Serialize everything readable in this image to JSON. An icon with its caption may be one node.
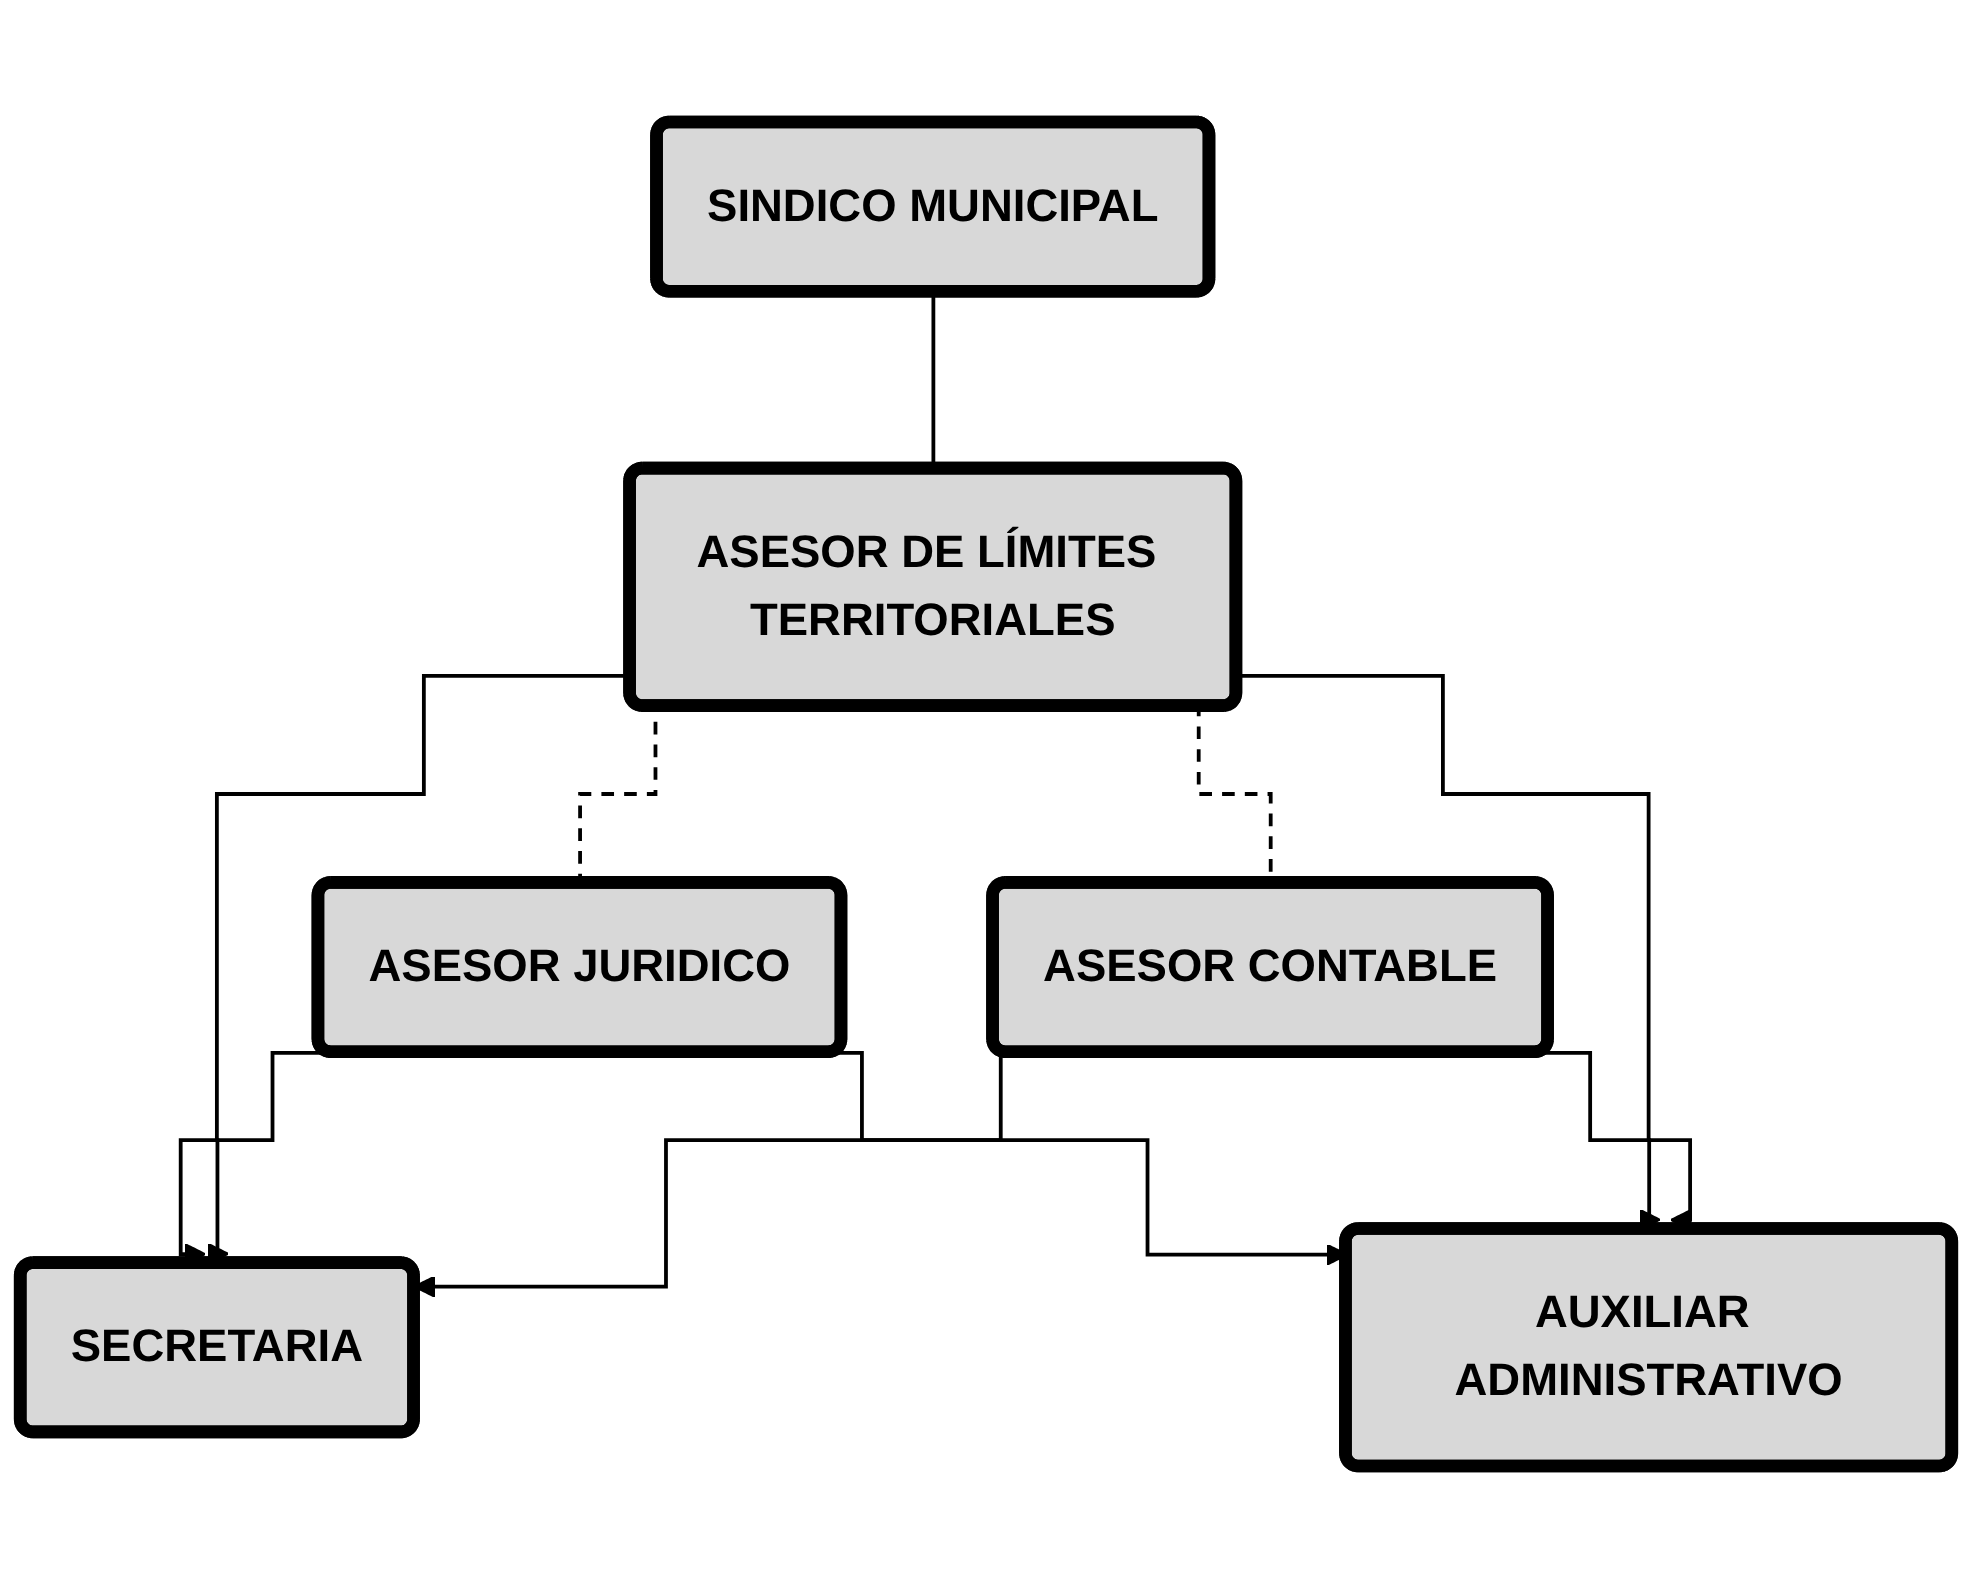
{
  "diagram": {
    "nodes": [
      {
        "text": [
          "SINDICO MUNICIPAL"
        ]
      },
      {
        "text": [
          "ASESOR JURIDICO"
        ]
      },
      {
        "text": [
          "ASESOR DE LÍMITES TERRITORIALES"
        ]
      },
      {
        "text": [
          "ASESOR CONTABLE"
        ]
      },
      {
        "text": [
          "SECRETARIA"
        ]
      },
      {
        "text": [
          "AUXILIAR ADMINISTRATIVO"
        ]
      }
    ],
    "edges": [
      {
        "from": 0,
        "to": 2,
        "arrow": "none"
      },
      {
        "from": 1,
        "to": 2,
        "arrow": "none",
        "style": "dashed"
      },
      {
        "from": 2,
        "to": 3,
        "arrow": "none",
        "style": "dashed"
      },
      {
        "from": 1,
        "to": 4,
        "arrow": "to"
      },
      {
        "from": 1,
        "to": 5,
        "arrow": "to"
      },
      {
        "from": 2,
        "to": 4,
        "arrow": "to"
      },
      {
        "from": 2,
        "to": 5,
        "arrow": "to"
      },
      {
        "from": 3,
        "to": 4,
        "arrow": "to"
      },
      {
        "from": 3,
        "to": 5,
        "arrow": "to"
      }
    ]
  }
}
